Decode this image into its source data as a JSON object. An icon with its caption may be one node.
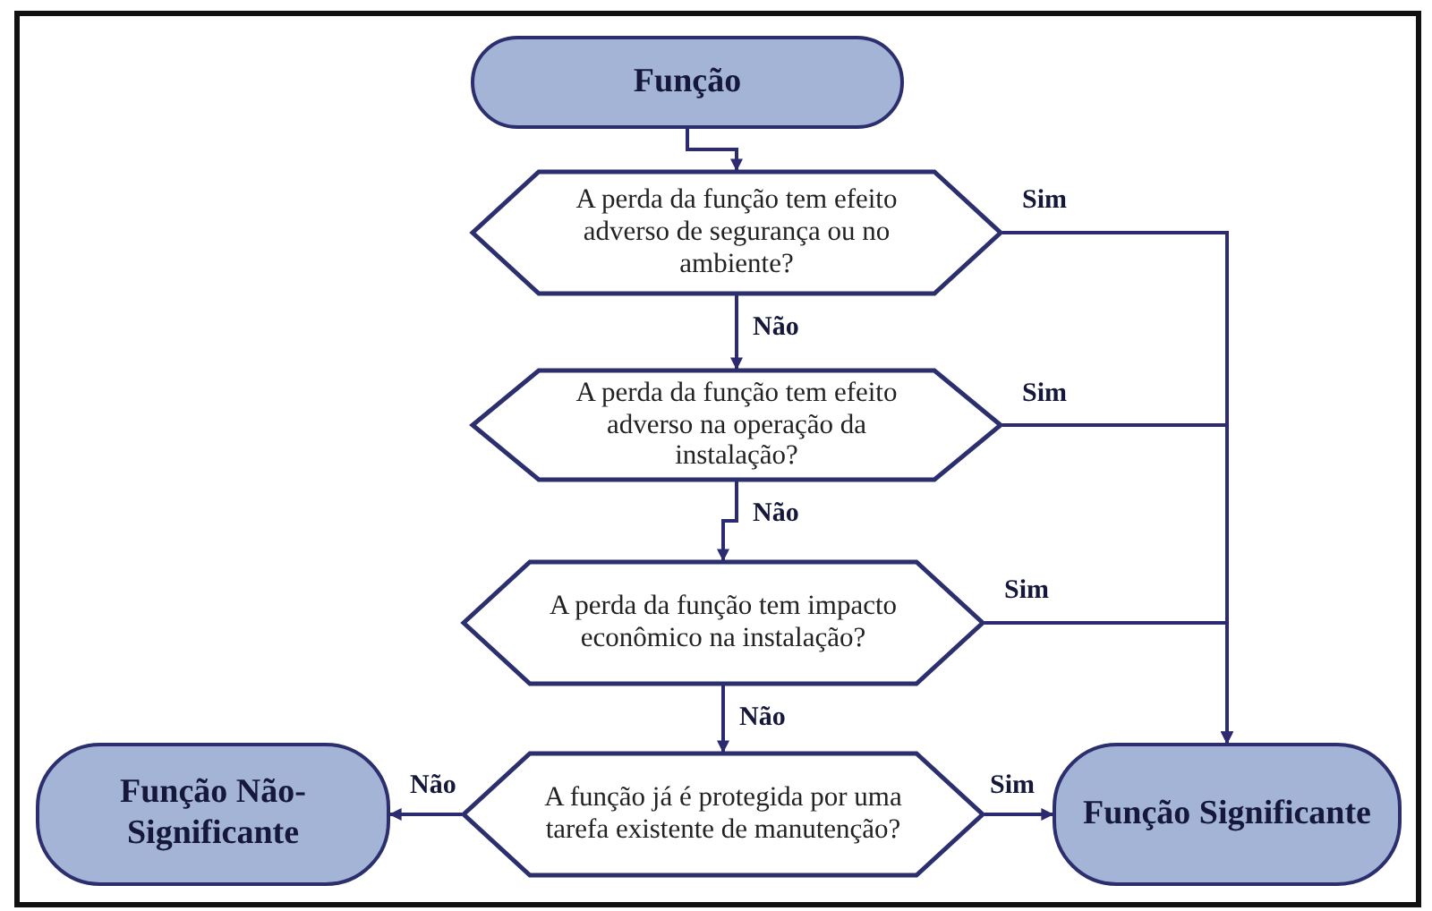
{
  "diagram": {
    "nodes": [
      {
        "text": [
          "Função"
        ]
      },
      {
        "text": [
          "A perda da função tem efeito adverso de segurança ou no ambiente?"
        ]
      },
      {
        "text": [
          "A perda da função tem efeito adverso na operação da instalação?"
        ]
      },
      {
        "text": [
          "A perda da função tem impacto econômico na instalação?"
        ]
      },
      {
        "text": [
          "A função já é protegida por uma tarefa existente de manutenção?"
        ]
      },
      {
        "text": [
          "Função Não-Significante"
        ]
      },
      {
        "text": [
          "Função Significante"
        ]
      }
    ],
    "edges": [
      {
        "from": 0,
        "to": 1,
        "arrow": "to"
      },
      {
        "from": 1,
        "to": 2,
        "arrow": "to",
        "label": "Não"
      },
      {
        "from": 2,
        "to": 3,
        "arrow": "to",
        "label": "Não"
      },
      {
        "from": 3,
        "to": 4,
        "arrow": "to",
        "label": "Não"
      },
      {
        "from": 1,
        "to": 6,
        "arrow": "to",
        "label": "Sim"
      },
      {
        "from": 2,
        "to": 6,
        "arrow": "to",
        "label": "Sim"
      },
      {
        "from": 3,
        "to": 6,
        "arrow": "to",
        "label": "Sim"
      },
      {
        "from": 4,
        "to": 5,
        "arrow": "to",
        "label": "Não"
      },
      {
        "from": 4,
        "to": 6,
        "arrow": "to",
        "label": "Sim"
      }
    ]
  }
}
